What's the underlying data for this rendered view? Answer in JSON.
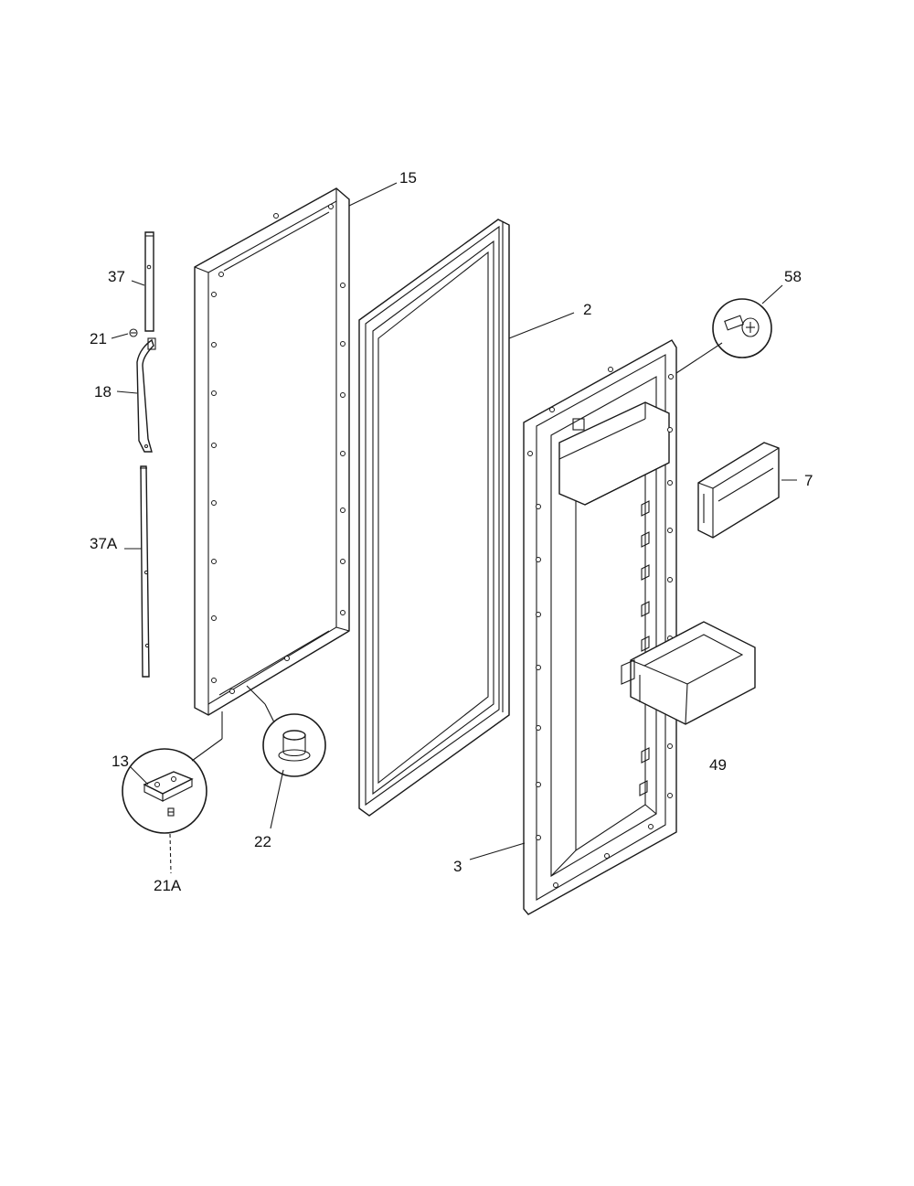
{
  "callouts": {
    "c15": "15",
    "c2": "2",
    "c58": "58",
    "c37": "37",
    "c21": "21",
    "c18": "18",
    "c37A": "37A",
    "c7": "7",
    "c49": "49",
    "c13": "13",
    "c22": "22",
    "c21A": "21A",
    "c3": "3"
  }
}
